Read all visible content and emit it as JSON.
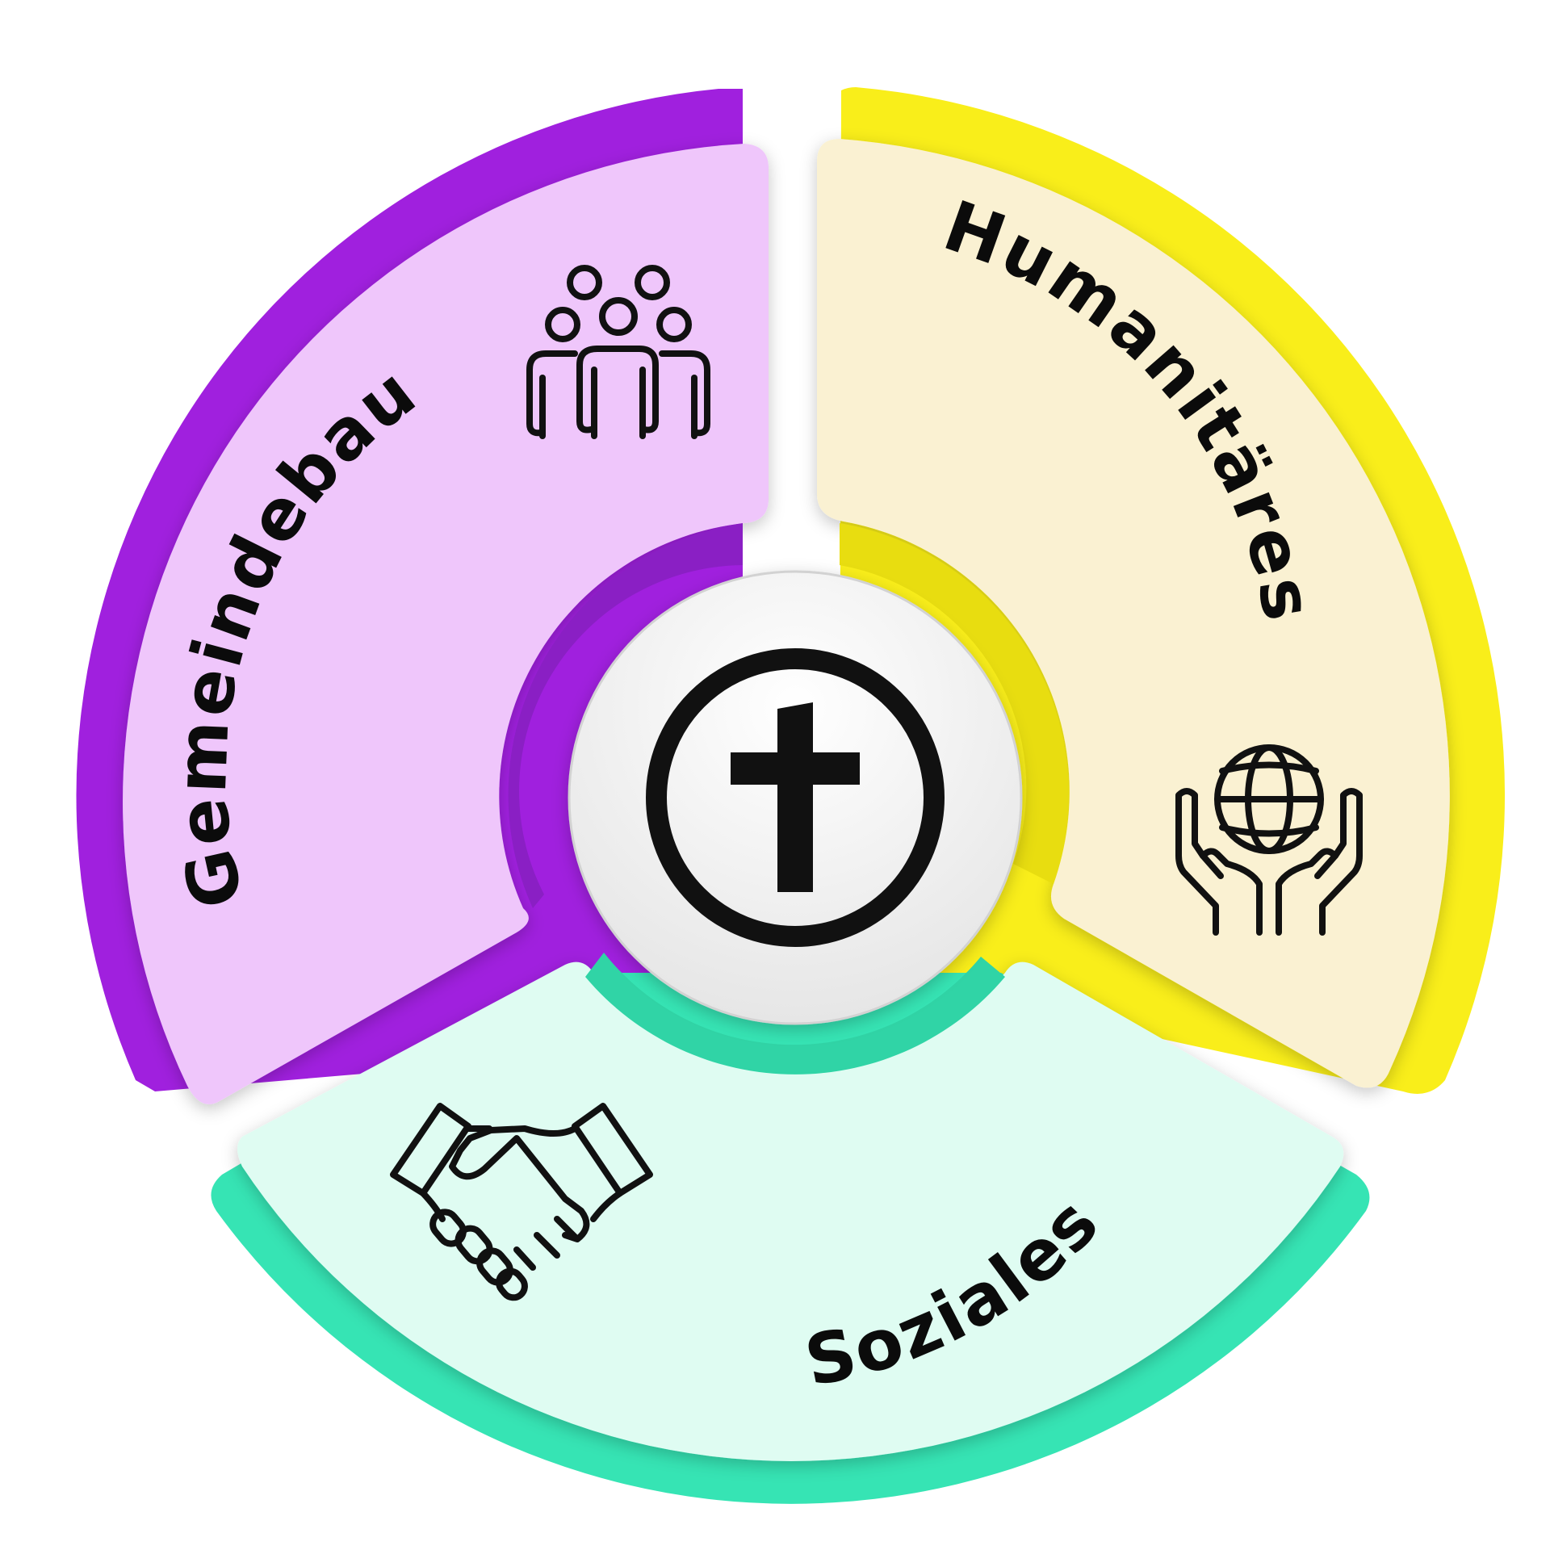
{
  "segments": [
    {
      "id": "gemeindebau",
      "label": "Gemeindebau",
      "icon": "people-group-icon",
      "outer_color": "#a020de",
      "inner_color": "#efc6fb"
    },
    {
      "id": "humanitaeres",
      "label": "Humanitäres",
      "icon": "hands-globe-icon",
      "outer_color": "#f9ee1a",
      "inner_color": "#faf1d2"
    },
    {
      "id": "soziales",
      "label": "Soziales",
      "icon": "handshake-icon",
      "outer_color": "#36e4b4",
      "inner_color": "#dffcf2"
    }
  ],
  "center": {
    "icon": "cross-icon",
    "color": "#f4f4f4"
  }
}
